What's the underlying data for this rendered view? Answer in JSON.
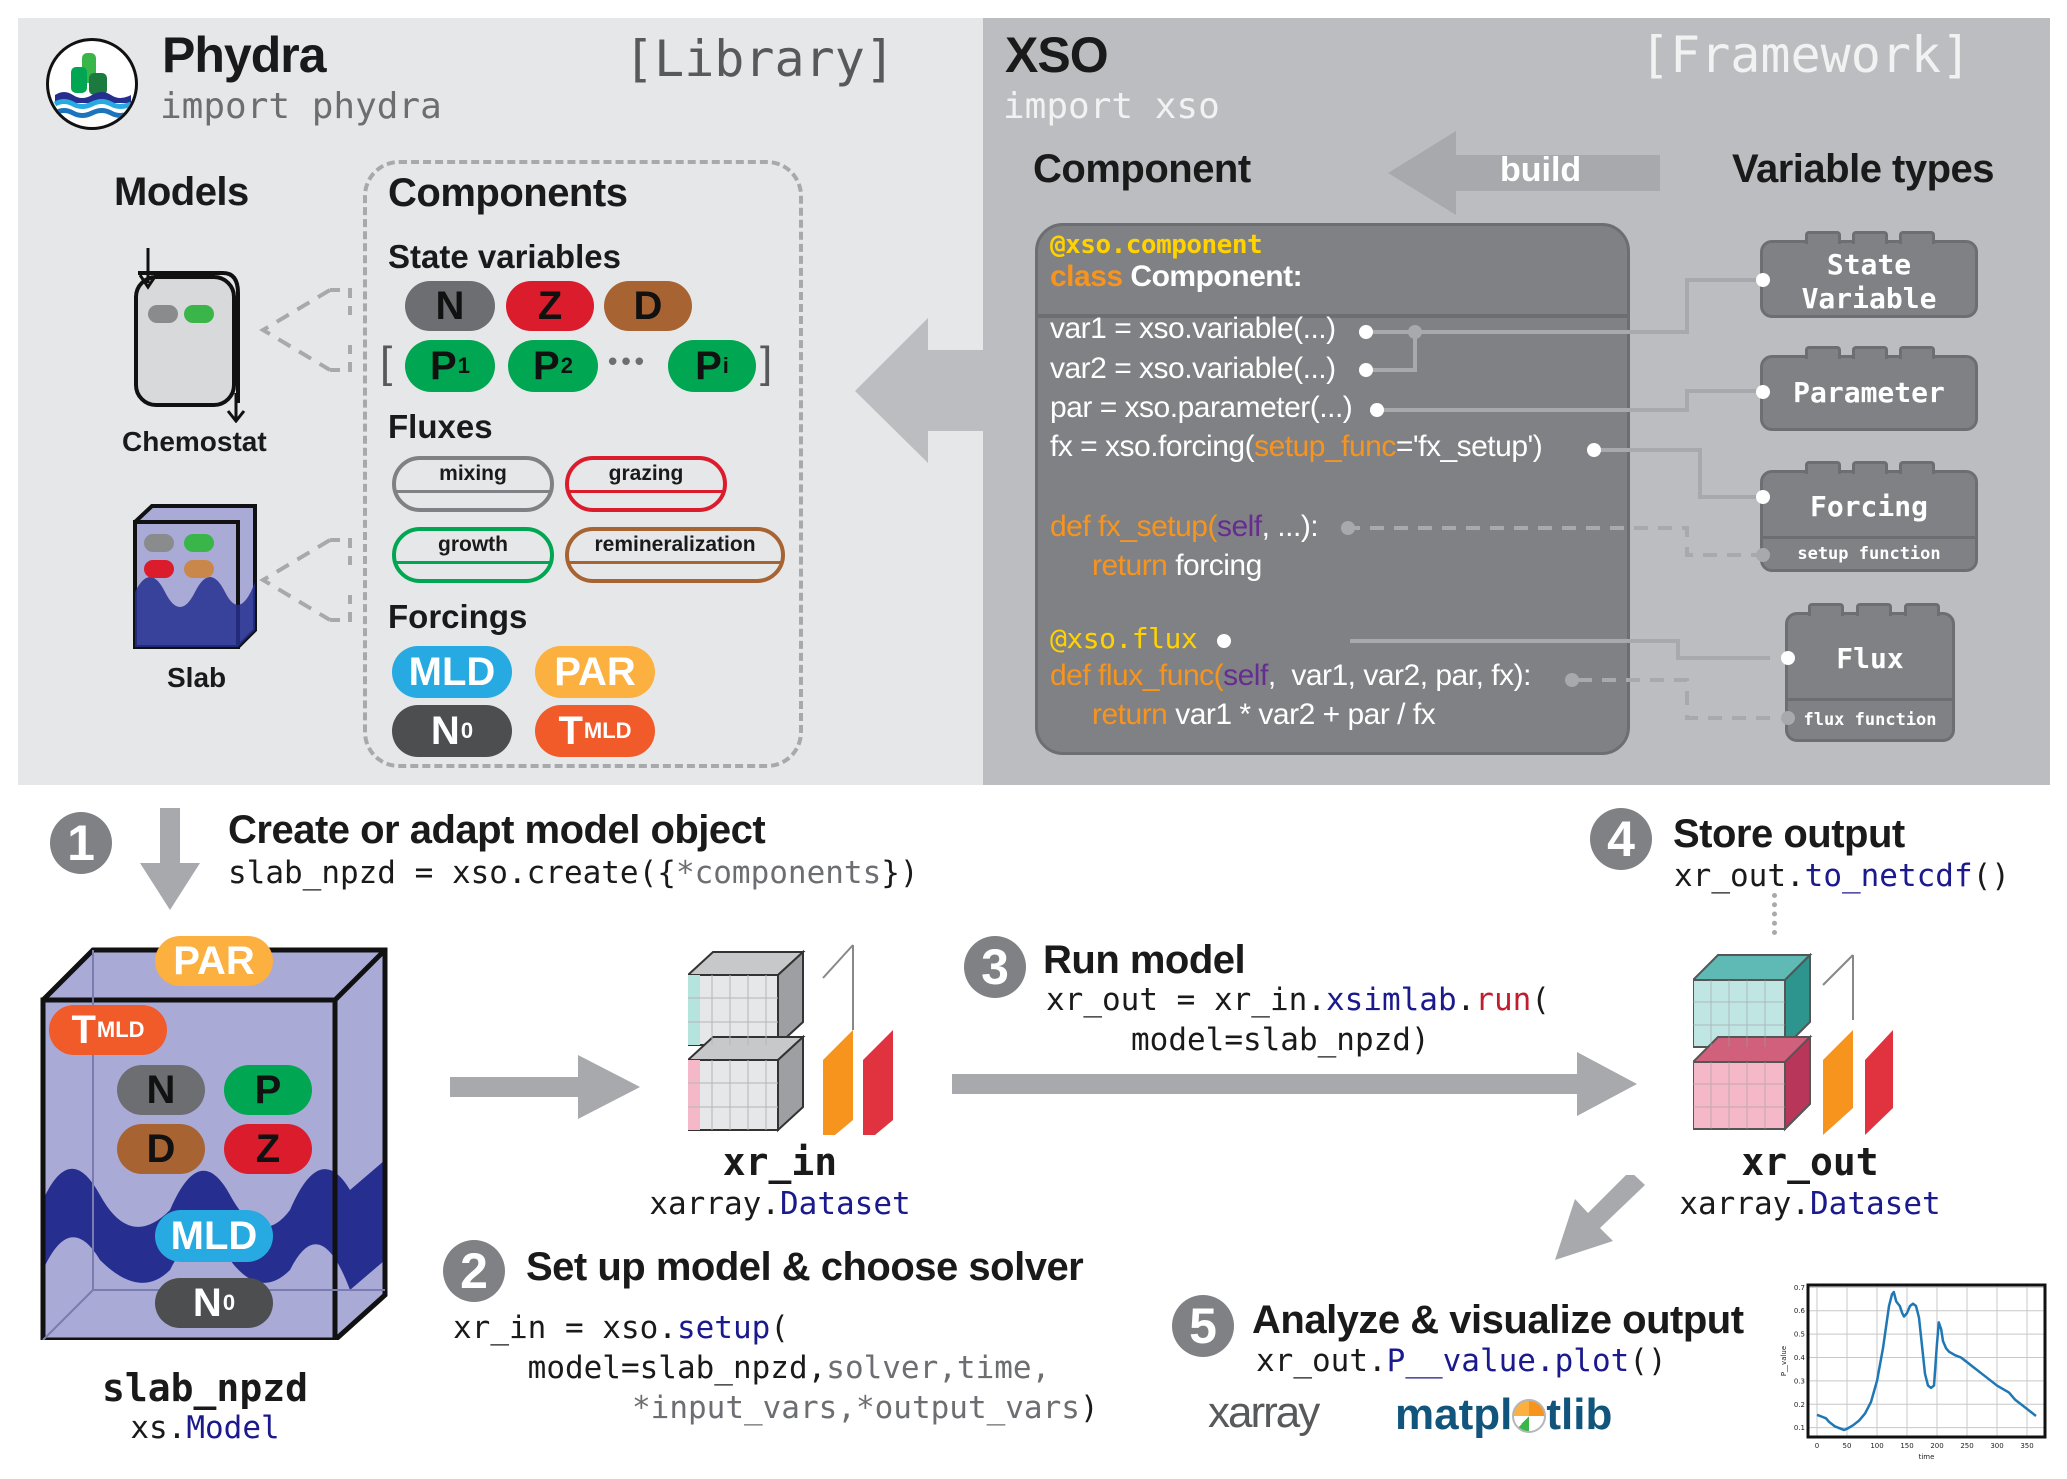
{
  "colors": {
    "library_panel": "#e6e7e9",
    "framework_panel": "#bcbdc0",
    "code_box": "#808184",
    "N": "#6d6e71",
    "Z": "#da1c2c",
    "D": "#a86332",
    "P": "#00a651",
    "MLD": "#27aae1",
    "PAR": "#fbb040",
    "N0": "#4d4e4f",
    "T_MLD": "#f15a29",
    "mixing": "#808184",
    "grazing": "#da1c2c",
    "growth": "#00a651",
    "remineralization": "#a86332",
    "decorator": "#ffd200",
    "keyword": "#f7941d",
    "self": "#662d91",
    "method_blue": "#1b1a8c",
    "method_red": "#be1e2d",
    "plot_line": "#1f77b4"
  },
  "library": {
    "title": "Phydra",
    "import": "import phydra",
    "tag": "[Library]",
    "models_heading": "Models",
    "models": [
      {
        "label": "Chemostat",
        "icon": "chemostat-icon"
      },
      {
        "label": "Slab",
        "icon": "slab-icon"
      }
    ],
    "components_heading": "Components",
    "state_variables_heading": "State variables",
    "state_variables_row1": [
      "N",
      "Z",
      "D"
    ],
    "state_variables_row2": [
      {
        "base": "P",
        "sub": "1"
      },
      {
        "base": "P",
        "sub": "2"
      },
      {
        "base": "P",
        "sub": "i"
      }
    ],
    "ellipsis": "•••",
    "bracket_open": "[",
    "bracket_close": "]",
    "fluxes_heading": "Fluxes",
    "fluxes": [
      "mixing",
      "grazing",
      "growth",
      "remineralization"
    ],
    "forcings_heading": "Forcings",
    "forcings": [
      {
        "base": "MLD",
        "sub": ""
      },
      {
        "base": "PAR",
        "sub": ""
      },
      {
        "base": "N",
        "sub": "0"
      },
      {
        "base": "T",
        "sub": "MLD"
      }
    ]
  },
  "framework": {
    "title": "XSO",
    "import": "import xso",
    "tag": "[Framework]",
    "component_heading": "Component",
    "build_label": "build",
    "variable_types_heading": "Variable types",
    "code": {
      "decorator": "@xso.component",
      "class_kw": "class",
      "class_name": "Component:",
      "var1": "var1 = xso.variable(...)",
      "var2": "var2 = xso.variable(...)",
      "par": "par = xso.parameter(...)",
      "fx_prefix": "fx = xso.forcing(",
      "fx_kwarg": "setup_func",
      "fx_suffix": "='fx_setup')",
      "def_kw": "def",
      "fx_setup_name": " fx_setup(",
      "self": "self",
      "fx_setup_args": ", ...):",
      "return_kw": "return",
      "return_forcing": " forcing",
      "flux_decorator": "@xso.flux",
      "flux_func_name": " flux_func(",
      "flux_args": ",  var1, var2, par, fx):",
      "flux_return": " var1 * var2 + par / fx"
    },
    "variable_types": [
      {
        "label": "State Variable",
        "sub": ""
      },
      {
        "label": "Parameter",
        "sub": ""
      },
      {
        "label": "Forcing",
        "sub": "setup function"
      },
      {
        "label": "Flux",
        "sub": "flux function"
      }
    ]
  },
  "steps": [
    {
      "num": "1",
      "title": "Create or adapt model object",
      "code_a": "slab_npzd = xso.create({",
      "code_b": "*components",
      "code_c": "})"
    },
    {
      "num": "2",
      "title": "Set up model & choose solver",
      "line1_a": "xr_in = xso.",
      "line1_b": "setup",
      "line1_c": "(",
      "line2_a": "    model=slab_npzd,",
      "line2_b": "solver,time,",
      "line3": "*input_vars,*output_vars",
      "line3_close": ")"
    },
    {
      "num": "3",
      "title": "Run model",
      "line1_a": "xr_out = xr_in.",
      "line1_b": "xsimlab",
      "line1_c": ".",
      "line1_d": "run",
      "line1_e": "(",
      "line2": "model=slab_npzd)"
    },
    {
      "num": "4",
      "title": "Store output",
      "code_a": "xr_out.",
      "code_b": "to_netcdf",
      "code_c": "()"
    },
    {
      "num": "5",
      "title": "Analyze & visualize output",
      "code_a": "xr_out.",
      "code_b": "P__value.plot",
      "code_c": "()"
    }
  ],
  "model_object": {
    "name": "slab_npzd",
    "type_prefix": "xs.",
    "type_name": "Model",
    "pills": [
      "PAR",
      "T",
      "N",
      "P",
      "D",
      "Z",
      "MLD",
      "N"
    ],
    "t_sub": "MLD",
    "n0_sub": "0"
  },
  "xr_in": {
    "name": "xr_in",
    "type_prefix": "xarray.",
    "type_name": "Dataset"
  },
  "xr_out": {
    "name": "xr_out",
    "type_prefix": "xarray.",
    "type_name": "Dataset"
  },
  "logos": {
    "xarray": "xarray",
    "matplotlib_a": "matpl",
    "matplotlib_b": "tlib"
  },
  "chart_data": {
    "type": "line",
    "title": "",
    "xlabel": "time",
    "ylabel": "P__value",
    "xlim": [
      -15,
      380
    ],
    "ylim": [
      0.06,
      0.71
    ],
    "xticks": [
      0,
      50,
      100,
      150,
      200,
      250,
      300,
      350
    ],
    "yticks": [
      0.1,
      0.2,
      0.3,
      0.4,
      0.5,
      0.6,
      0.7
    ],
    "grid": true,
    "x": [
      0,
      10,
      15,
      20,
      30,
      40,
      45,
      50,
      60,
      70,
      80,
      90,
      100,
      110,
      120,
      125,
      128,
      132,
      135,
      138,
      142,
      145,
      150,
      155,
      160,
      165,
      170,
      175,
      180,
      185,
      190,
      195,
      200,
      203,
      207,
      210,
      215,
      220,
      230,
      240,
      250,
      260,
      280,
      300,
      320,
      330,
      340,
      350,
      365
    ],
    "y": [
      0.155,
      0.145,
      0.14,
      0.125,
      0.105,
      0.095,
      0.09,
      0.095,
      0.11,
      0.13,
      0.16,
      0.21,
      0.3,
      0.44,
      0.62,
      0.67,
      0.68,
      0.64,
      0.63,
      0.62,
      0.59,
      0.575,
      0.59,
      0.62,
      0.63,
      0.62,
      0.57,
      0.45,
      0.33,
      0.28,
      0.27,
      0.28,
      0.46,
      0.55,
      0.52,
      0.47,
      0.44,
      0.425,
      0.41,
      0.4,
      0.38,
      0.36,
      0.32,
      0.28,
      0.25,
      0.22,
      0.2,
      0.18,
      0.15
    ]
  }
}
